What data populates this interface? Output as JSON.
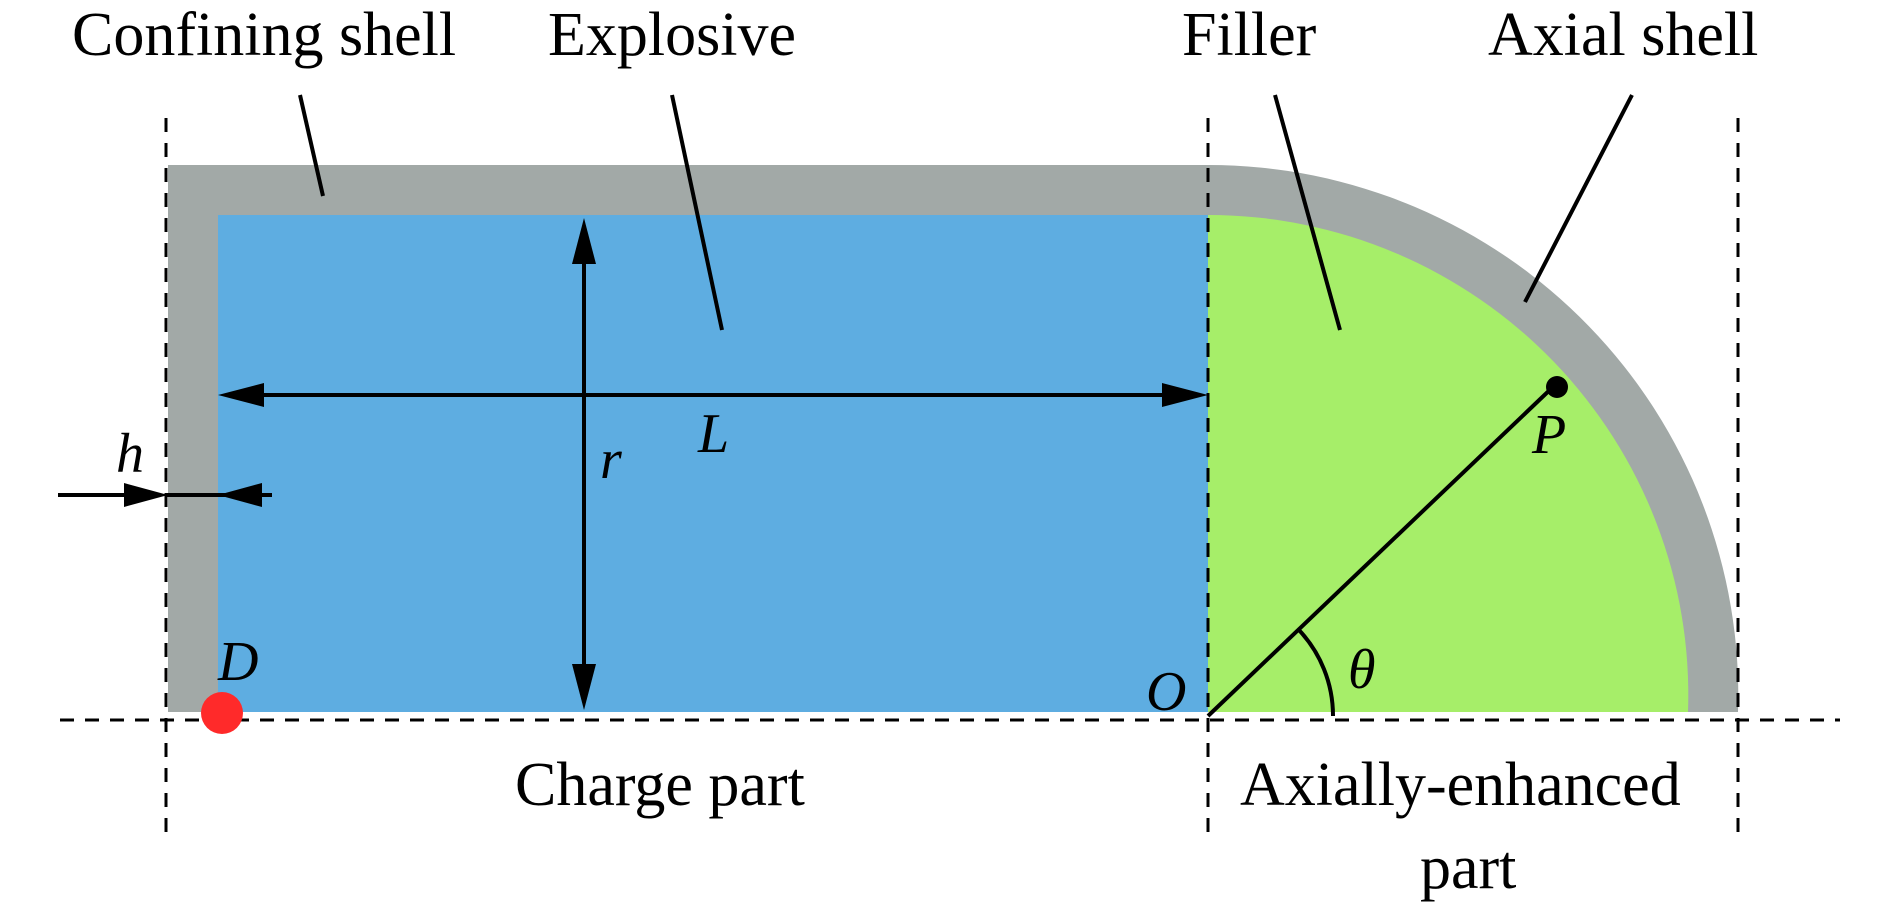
{
  "labels": {
    "confining_shell": "Confining shell",
    "explosive": "Explosive",
    "filler": "Filler",
    "axial_shell": "Axial shell",
    "charge_part": "Charge part",
    "axially_enhanced_part_line1": "Axially-enhanced",
    "axially_enhanced_part_line2": "part"
  },
  "symbols": {
    "h": "h",
    "L": "L",
    "r": "r",
    "D": "D",
    "O": "O",
    "P": "P",
    "theta": "θ"
  },
  "colors": {
    "shell": "#a2a9a7",
    "explosive": "#5eade1",
    "filler": "#a6ee69",
    "initiation_point": "#ff2a2a",
    "line": "#000000"
  }
}
